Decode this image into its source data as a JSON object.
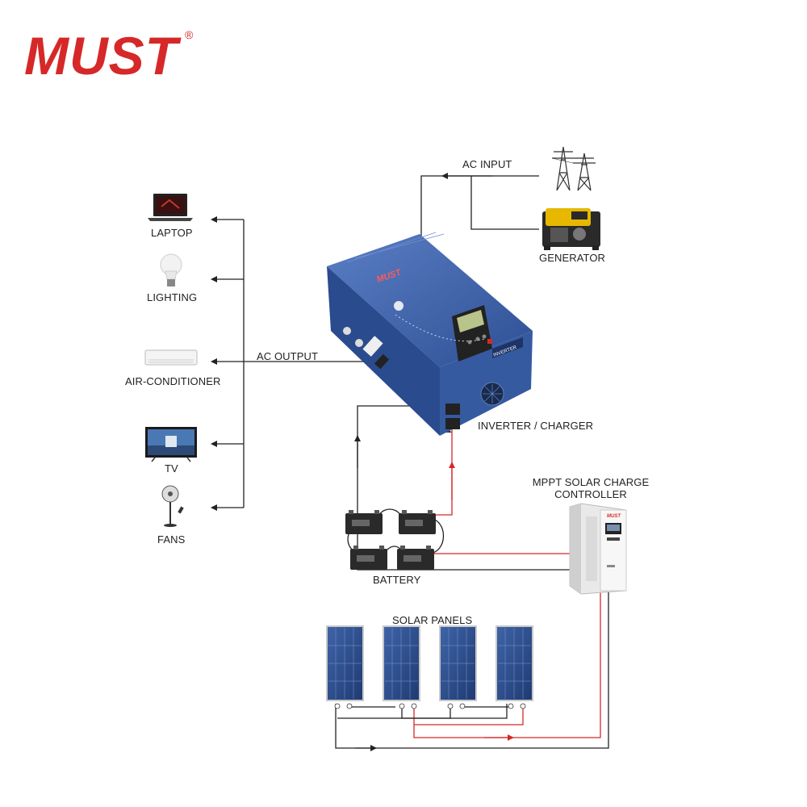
{
  "brand": {
    "logo_text": "MUST",
    "registered_mark": "®",
    "color": "#d62828"
  },
  "labels": {
    "ac_input": "AC INPUT",
    "generator": "GENERATOR",
    "laptop": "LAPTOP",
    "lighting": "LIGHTING",
    "air_conditioner": "AIR-CONDITIONER",
    "tv": "TV",
    "fans": "FANS",
    "ac_output": "AC OUTPUT",
    "inverter_charger": "INVERTER / CHARGER",
    "mppt_line1": "MPPT SOLAR CHARGE",
    "mppt_line2": "CONTROLLER",
    "battery": "BATTERY",
    "solar_panels": "SOLAR PANELS"
  },
  "device_text": {
    "inverter_badge": "INVERTER",
    "inverter_logo": "MUST",
    "controller_logo": "MUST"
  },
  "colors": {
    "wire_dark": "#222222",
    "wire_red": "#d62828",
    "inverter_blue": "#3d5fa8",
    "panel_blue": "#2f4f8a"
  },
  "icons": [
    "transmission-tower-icon",
    "generator-icon",
    "laptop-icon",
    "light-bulb-icon",
    "air-conditioner-icon",
    "tv-icon",
    "fan-icon",
    "battery-icon",
    "solar-panel-icon",
    "inverter-icon",
    "charge-controller-icon"
  ]
}
